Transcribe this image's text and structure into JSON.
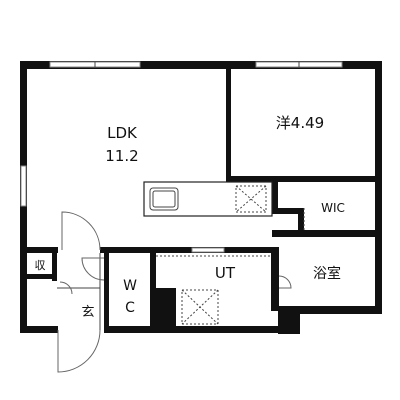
{
  "rooms": {
    "ldk": {
      "name": "LDK",
      "size": "11.2"
    },
    "western": {
      "name": "洋4.49"
    },
    "wic": {
      "name": "WIC"
    },
    "bath": {
      "name": "浴室"
    },
    "ut": {
      "name": "UT"
    },
    "wc": {
      "line1": "W",
      "line2": "C"
    },
    "storage": {
      "name": "収"
    },
    "entrance": {
      "name": "玄"
    }
  },
  "colors": {
    "wall": "#111111",
    "line": "#444444",
    "background": "#ffffff"
  }
}
